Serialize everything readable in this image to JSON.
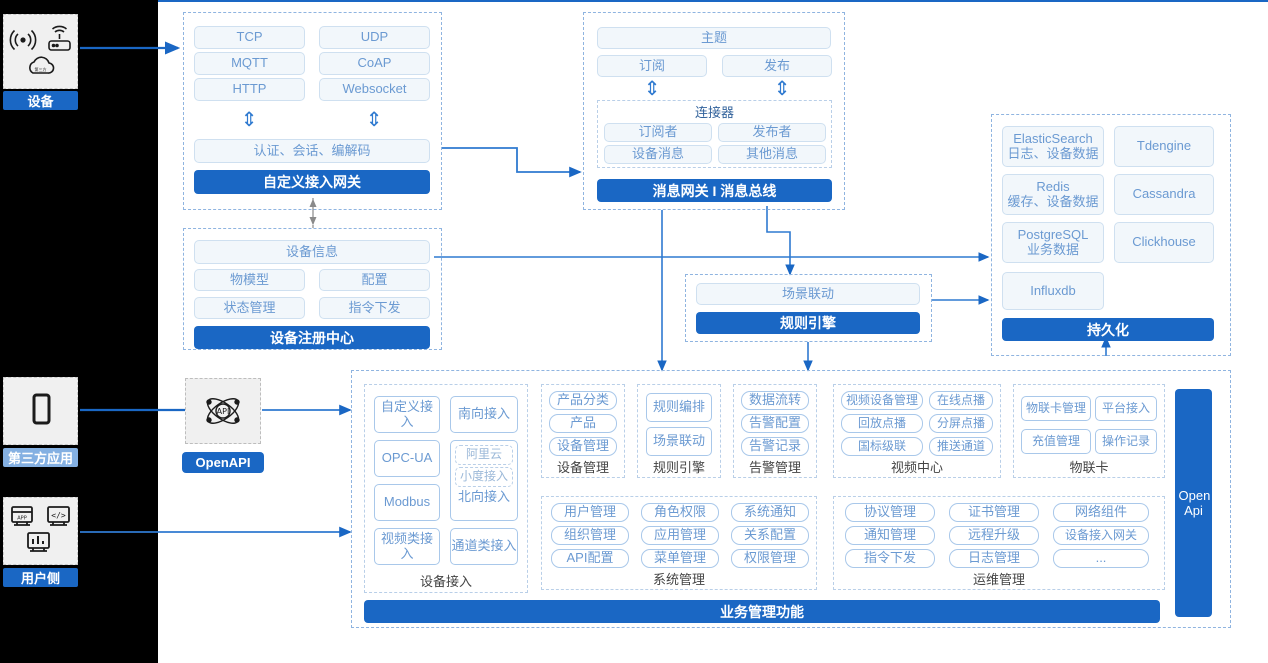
{
  "left_rail": {
    "device": {
      "label": "设备",
      "icons": [
        "wireless-signal-icon",
        "router-icon",
        "cloud-icon"
      ]
    },
    "third_party": {
      "label": "第三方应用",
      "icons": [
        "mobile-phone-icon"
      ]
    },
    "user_side": {
      "label": "用户侧",
      "icons": [
        "app-window-icon",
        "code-window-icon",
        "dashboard-icon"
      ]
    }
  },
  "openapi": {
    "panel_icon": "api-atom-icon",
    "label": "OpenAPI"
  },
  "gateway": {
    "protocols": [
      "TCP",
      "UDP",
      "MQTT",
      "CoAP",
      "HTTP",
      "Websocket"
    ],
    "middle": "认证、会话、编解码",
    "title": "自定义接入网关"
  },
  "message_bus": {
    "topic": "主题",
    "subscribe": "订阅",
    "publish": "发布",
    "connector_title": "连接器",
    "connector_items": [
      "订阅者",
      "发布者",
      "设备消息",
      "其他消息"
    ],
    "title": "消息网关 I 消息总线"
  },
  "registry": {
    "info": "设备信息",
    "items": [
      "物模型",
      "配置",
      "状态管理",
      "指令下发"
    ],
    "title": "设备注册中心"
  },
  "rule_engine": {
    "scene": "场景联动",
    "title": "规则引擎"
  },
  "persistence": {
    "stores": [
      {
        "name": "ElasticSearch",
        "desc": "日志、设备数据"
      },
      {
        "name": "Tdengine",
        "desc": ""
      },
      {
        "name": "Redis",
        "desc": "缓存、设备数据"
      },
      {
        "name": "Cassandra",
        "desc": ""
      },
      {
        "name": "PostgreSQL",
        "desc": "业务数据"
      },
      {
        "name": "Clickhouse",
        "desc": ""
      },
      {
        "name": "Influxdb",
        "desc": ""
      }
    ],
    "title": "持久化"
  },
  "business": {
    "title": "业务管理功能",
    "vertical_api": "Open Api",
    "groups": [
      {
        "name": "设备接入",
        "left_items": [
          "自定义接入",
          "OPC-UA",
          "Modbus",
          "视频类接入"
        ],
        "right_top": "南向接入",
        "north": {
          "label": "北向接入",
          "nested": [
            "阿里云",
            "小度接入"
          ]
        },
        "right_bottom": "通道类接入"
      },
      {
        "name": "设备管理",
        "items": [
          "产品分类",
          "产品",
          "设备管理"
        ]
      },
      {
        "name": "规则引擎",
        "items": [
          "规则编排",
          "场景联动"
        ]
      },
      {
        "name": "告警管理",
        "items": [
          "数据流转",
          "告警配置",
          "告警记录"
        ]
      },
      {
        "name": "视频中心",
        "items": [
          "视频设备管理",
          "在线点播",
          "回放点播",
          "分屏点播",
          "国标级联",
          "推送通道"
        ]
      },
      {
        "name": "物联卡",
        "items": [
          "物联卡管理",
          "平台接入",
          "充值管理",
          "操作记录"
        ]
      },
      {
        "name": "系统管理",
        "items": [
          "用户管理",
          "角色权限",
          "系统通知",
          "组织管理",
          "应用管理",
          "关系配置",
          "API配置",
          "菜单管理",
          "权限管理"
        ]
      },
      {
        "name": "运维管理",
        "items": [
          "协议管理",
          "证书管理",
          "网络组件",
          "通知管理",
          "远程升级",
          "设备接入网关",
          "指令下发",
          "日志管理",
          "..."
        ]
      }
    ]
  },
  "colors": {
    "brand_blue": "#1a67c4",
    "chip_text": "#6b9ad2",
    "chip_fill": "#f2f7fb",
    "dash_border": "#8fb4e0",
    "soft_tag": "#84b0e2"
  }
}
